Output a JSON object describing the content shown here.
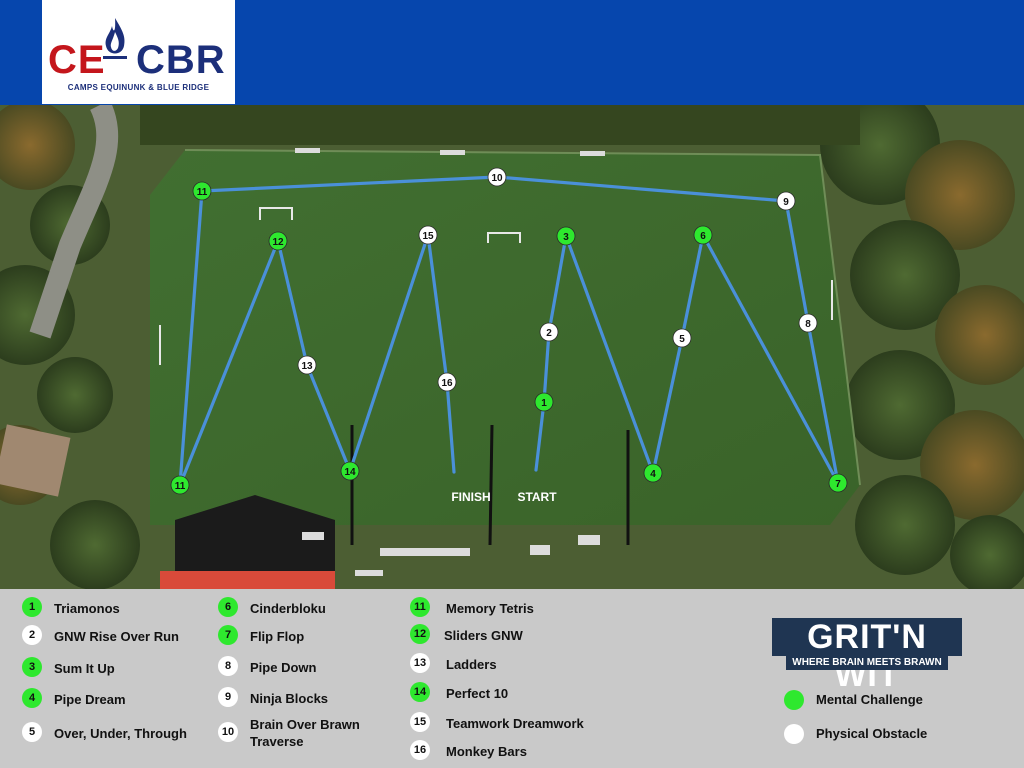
{
  "logo": {
    "left_letters": "CE",
    "right_letters": "CBR",
    "subtitle": "CAMPS EQUINUNK & BLUE RIDGE"
  },
  "map": {
    "finish_label": "FINISH",
    "start_label": "START",
    "route_color": "#4a90d9",
    "stations": [
      {
        "num": "1",
        "kind": "mental"
      },
      {
        "num": "2",
        "kind": "physical"
      },
      {
        "num": "3",
        "kind": "mental"
      },
      {
        "num": "4",
        "kind": "mental"
      },
      {
        "num": "5",
        "kind": "physical"
      },
      {
        "num": "6",
        "kind": "mental"
      },
      {
        "num": "7",
        "kind": "mental"
      },
      {
        "num": "8",
        "kind": "physical"
      },
      {
        "num": "9",
        "kind": "physical"
      },
      {
        "num": "10",
        "kind": "physical"
      },
      {
        "num": "11",
        "kind": "mental"
      },
      {
        "num": "11",
        "kind": "mental"
      },
      {
        "num": "12",
        "kind": "mental"
      },
      {
        "num": "13",
        "kind": "physical"
      },
      {
        "num": "14",
        "kind": "mental"
      },
      {
        "num": "15",
        "kind": "physical"
      },
      {
        "num": "16",
        "kind": "physical"
      }
    ]
  },
  "legend": {
    "items": [
      {
        "num": "1",
        "label": "Triamonos",
        "kind": "mental"
      },
      {
        "num": "2",
        "label": "GNW Rise Over Run",
        "kind": "physical"
      },
      {
        "num": "3",
        "label": "Sum It Up",
        "kind": "mental"
      },
      {
        "num": "4",
        "label": "Pipe Dream",
        "kind": "mental"
      },
      {
        "num": "5",
        "label": "Over, Under, Through",
        "kind": "physical"
      },
      {
        "num": "6",
        "label": "Cinderbloku",
        "kind": "mental"
      },
      {
        "num": "7",
        "label": "Flip Flop",
        "kind": "mental"
      },
      {
        "num": "8",
        "label": "Pipe Down",
        "kind": "physical"
      },
      {
        "num": "9",
        "label": "Ninja Blocks",
        "kind": "physical"
      },
      {
        "num": "10",
        "label": "Brain Over Brawn Traverse",
        "kind": "physical"
      },
      {
        "num": "11",
        "label": "Memory Tetris",
        "kind": "mental"
      },
      {
        "num": "12",
        "label": "Sliders GNW",
        "kind": "mental"
      },
      {
        "num": "13",
        "label": "Ladders",
        "kind": "physical"
      },
      {
        "num": "14",
        "label": "Perfect 10",
        "kind": "mental"
      },
      {
        "num": "15",
        "label": "Teamwork Dreamwork",
        "kind": "physical"
      },
      {
        "num": "16",
        "label": "Monkey Bars",
        "kind": "physical"
      }
    ],
    "key": {
      "mental_label": "Mental Challenge",
      "physical_label": "Physical Obstacle",
      "mental_color": "#2ee82e",
      "physical_color": "#ffffff"
    }
  },
  "brand": {
    "title": "GRIT'N WIT",
    "tagline": "WHERE BRAIN MEETS BRAWN"
  },
  "colors": {
    "header": "#0646ad",
    "legend_bg": "#c9c9c9",
    "field": "#3f6b2e"
  }
}
